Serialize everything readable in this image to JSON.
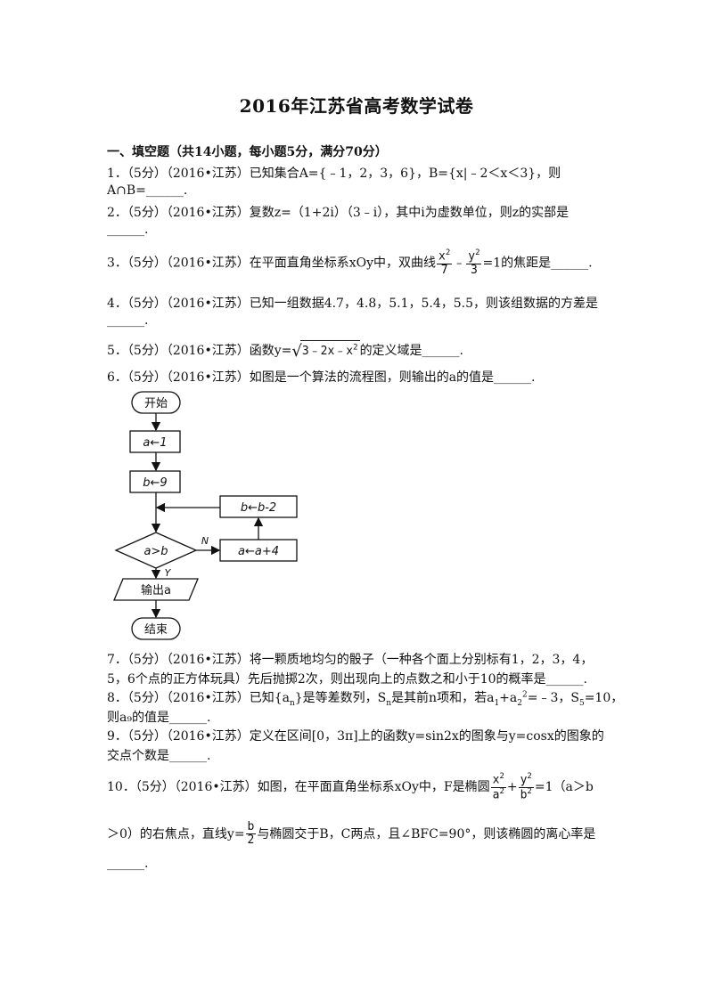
{
  "title": "2016年江苏省高考数学试卷",
  "section": "一、填空题（共14小题，每小题5分，满分70分）",
  "q1": {
    "a": "1．（5分）（2016•江苏）已知集合A={﹣1，2，3，6}，B={x|﹣2＜x＜3}，则",
    "b": "A∩B=______."
  },
  "q2": {
    "a": "2．（5分）（2016•江苏）复数z=（1+2i）（3﹣i），其中i为虚数单位，则z的实部是",
    "b": "______."
  },
  "q3": {
    "pre": "3．（5分）（2016•江苏）在平面直角坐标系xOy中，双曲线",
    "n1": "x",
    "d1": "7",
    "minus": "﹣",
    "n2": "y",
    "d2": "3",
    "post": "=1的焦距是______."
  },
  "q4": {
    "a": "4．（5分）（2016•江苏）已知一组数据4.7，4.8，5.1，5.4，5.5，则该组数据的方差是",
    "b": "______."
  },
  "q5": {
    "pre": "5．（5分）（2016•江苏）函数y=",
    "rad": "3﹣2x﹣x",
    "post": "的定义域是______."
  },
  "q6": {
    "a": "6．（5分）（2016•江苏）如图是一个算法的流程图，则输出的a的值是______."
  },
  "flow": {
    "start": "开始",
    "a1": "a←1",
    "b9": "b←9",
    "cond": "a>b",
    "n": "N",
    "y": "Y",
    "a4": "a←a+4",
    "b2": "b←b-2",
    "out": "输出a",
    "end": "结束"
  },
  "q7": {
    "a": "7．（5分）（2016•江苏）将一颗质地均匀的骰子（一种各个面上分别标有1，2，3，4，",
    "b": "5，6个点的正方体玩具）先后抛掷2次，则出现向上的点数之和小于10的概率是______."
  },
  "q8": {
    "a1": "8．（5分）（2016•江苏）已知{a",
    "a2": "}是等差数列，S",
    "a3": "是其前n项和，若a",
    "a4": "+a",
    "a5": "=﹣3，S",
    "a6": "=10，",
    "b": "则a₉的值是______."
  },
  "q9": {
    "a": "9．（5分）（2016•江苏）定义在区间[0，3π]上的函数y=sin2x的图象与y=cosx的图象的",
    "b": "交点个数是______."
  },
  "q10": {
    "pre": "10．（5分）（2016•江苏）如图，在平面直角坐标系xOy中，F是椭圆",
    "n1": "x",
    "d1": "a",
    "plus": "+",
    "n2": "y",
    "d2": "b",
    "post": "=1（a＞b",
    "b_pre": "＞0）的右焦点，直线y=",
    "bn": "b",
    "bd": "2",
    "b_post": "与椭圆交于B，C两点，且∠BFC=90°，则该椭圆的离心率是",
    "c": "______."
  }
}
